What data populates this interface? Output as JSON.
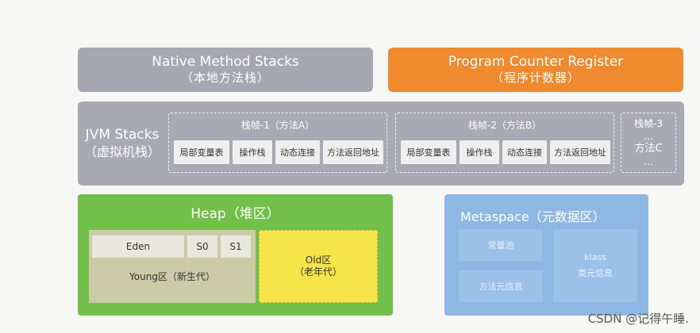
{
  "native": {
    "en": "Native Method Stacks",
    "cn": "（本地方法栈）",
    "color": "#a7a7b1"
  },
  "pcr": {
    "en": "Program Counter Register",
    "cn": "（程序计数器）",
    "color": "#f08a2e"
  },
  "jvm": {
    "title_en": "JVM Stacks",
    "title_cn": "（虚拟机栈）",
    "frame1": {
      "label": "栈帧-1（方法A）",
      "cells": [
        "局部变量表",
        "操作栈",
        "动态连接",
        "方法返回地址"
      ]
    },
    "frame2": {
      "label": "栈帧-2（方法B）",
      "cells": [
        "局部变量表",
        "操作栈",
        "动态连接",
        "方法返回地址"
      ]
    },
    "frame3": {
      "label": "栈帧-3",
      "dots_top": "…",
      "method": "方法C",
      "dots_bottom": "…"
    }
  },
  "heap": {
    "title": "Heap（堆区）",
    "young": {
      "eden": "Eden",
      "s0": "S0",
      "s1": "S1",
      "label": "Young区（新生代）"
    },
    "old": {
      "line1": "Old区",
      "line2": "（老年代）"
    },
    "color": "#72bf4a"
  },
  "metaspace": {
    "title": "Metaspace（元数据区）",
    "constant_pool": "常量池",
    "method_meta": "方法元信息",
    "klass": "klass",
    "class_meta": "类元信息",
    "color": "#8fb7e3"
  },
  "watermark": "CSDN @记得午睡."
}
